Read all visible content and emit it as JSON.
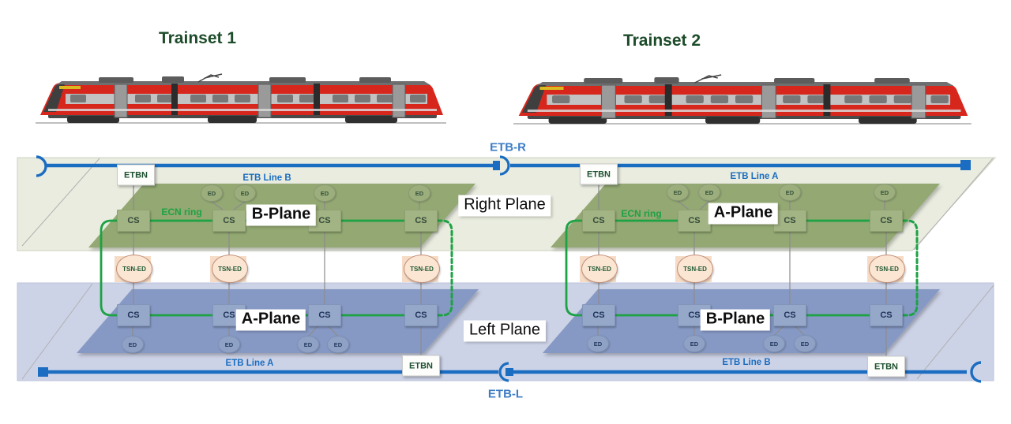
{
  "titles": {
    "trainset1": "Trainset 1",
    "trainset2": "Trainset 2"
  },
  "backbone": {
    "etb_r": "ETB-R",
    "etb_l": "ETB-L",
    "t1_top_line": "ETB Line B",
    "t2_top_line": "ETB Line A",
    "t1_bottom_line": "ETB Line A",
    "t2_bottom_line": "ETB Line B"
  },
  "planes": {
    "right": "Right Plane",
    "left": "Left Plane",
    "t1_top": "B-Plane",
    "t2_top": "A-Plane",
    "t1_bottom": "A-Plane",
    "t2_bottom": "B-Plane"
  },
  "nodes": {
    "etbn": "ETBN",
    "cs": "CS",
    "ed": "ED",
    "tsn_ed": "TSN-ED",
    "ecn_ring": "ECN ring"
  },
  "colors": {
    "etb_blue": "#1b6dc1",
    "ecn_green": "#1da244",
    "title_green": "#1d4c2a",
    "plane_green_dark": "#93a873",
    "plane_green_light": "#e9ecdf",
    "plane_blue_dark": "#8699c4",
    "plane_blue_light": "#cdd3e7",
    "tsn_fill": "#fbe5d3",
    "train_red": "#d7271d"
  }
}
